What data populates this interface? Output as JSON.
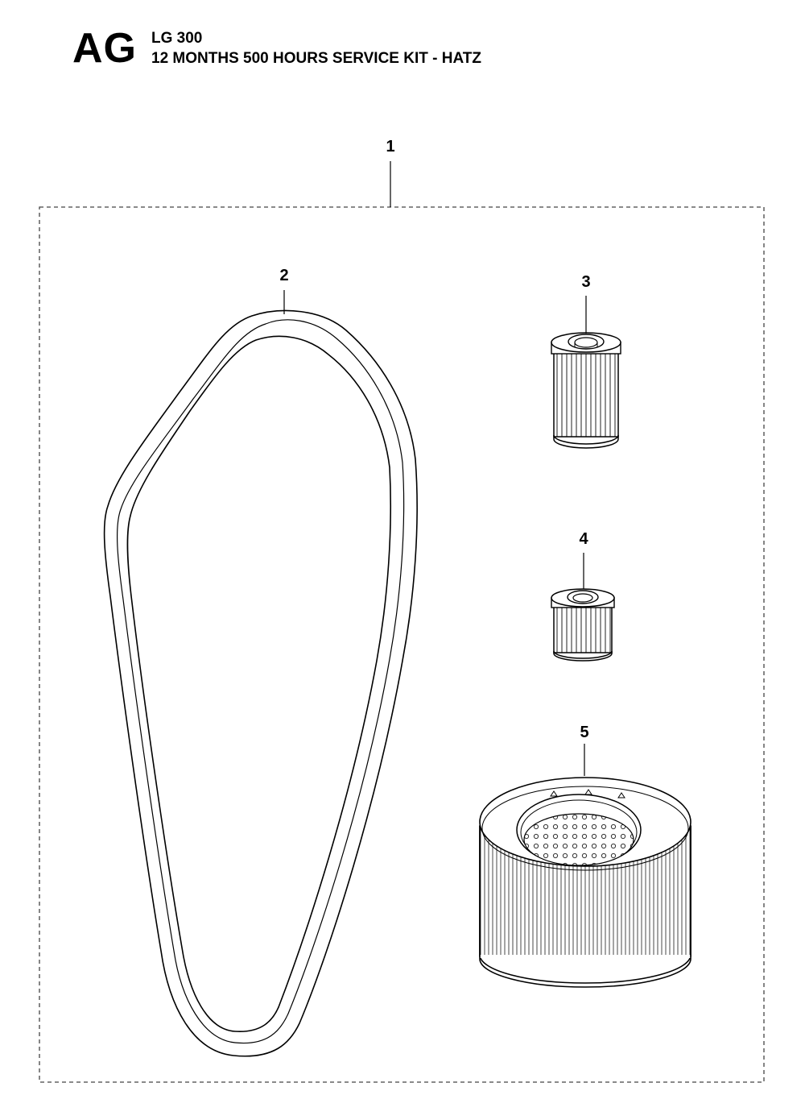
{
  "header": {
    "section_code": "AG",
    "model": "LG 300",
    "title": "12 MONTHS 500 HOURS SERVICE KIT - HATZ"
  },
  "callouts": {
    "kit": "1",
    "belt": "2",
    "filter_a": "3",
    "filter_b": "4",
    "air_filter": "5"
  },
  "parts": [
    {
      "ref": "1",
      "part": "service-kit"
    },
    {
      "ref": "2",
      "part": "drive-belt"
    },
    {
      "ref": "3",
      "part": "cartridge-filter-tall"
    },
    {
      "ref": "4",
      "part": "cartridge-filter-short"
    },
    {
      "ref": "5",
      "part": "air-filter"
    }
  ]
}
